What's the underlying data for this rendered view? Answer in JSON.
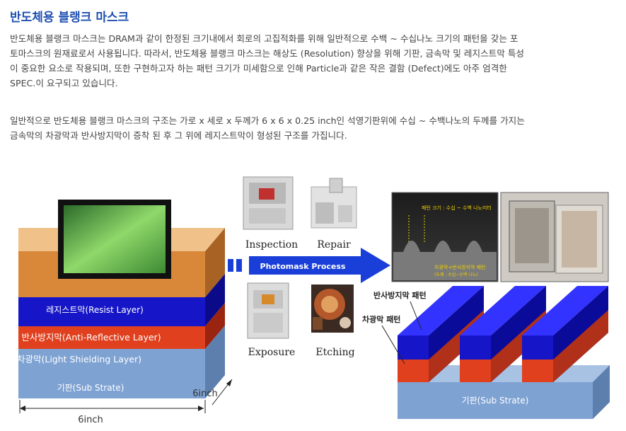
{
  "title": "반도체용 블랭크 마스크",
  "paragraph1": "반도체용 블랭크 마스크는 DRAM과 같이 한정된 크기내에서 회로의 고집적화를 위해 일반적으로 수백 ~ 수십나노 크기의 패턴을 갖는 포토마스크의 원재료로서 사용됩니다. 따라서, 반도체용 블랭크 마스크는 해상도 (Resolution) 향상을 위해 기판, 금속막 및 레지스트막 특성이 중요한 요소로 작용되며, 또한 구현하고자 하는 패턴 크기가 미세함으로 인해 Particle과 같은 작은 결함 (Defect)에도 아주 엄격한 SPEC.이 요구되고 있습니다.",
  "paragraph2": "일반적으로 반도체용 블랭크 마스크의 구조는 가로 x 세로 x 두께가 6 x 6 x 0.25 inch인 석영기판위에 수십 ~ 수백나노의 두께를 가지는 금속막의 차광막과 반사방지막이 증착 된 후 그 위에 레지스트막이 형성된 구조를 가집니다.",
  "left_stack": {
    "resist": "레지스트막(Resist Layer)",
    "antireflective": "반사방지막(Anti-Reflective Layer)",
    "shielding": "차광막(Light Shielding Layer)",
    "substrate": "기판(Sub Strate)",
    "width_label": "6inch",
    "depth_label": "6inch"
  },
  "process": {
    "inspection": "Inspection",
    "repair": "Repair",
    "exposure": "Exposure",
    "etching": "Etching",
    "arrow": "Photomask Process"
  },
  "micro_photo": {
    "top_label": "패턴 크기 : 수십 ~ 수백 나노미터",
    "bottom_label1": "차광막+반사방지막 패턴",
    "bottom_label2": "(두께 : 수십~수백 나노)"
  },
  "right_stack": {
    "ar_pattern": "반사방지막 패턴",
    "shield_pattern": "차광막 패턴",
    "substrate": "기판(Sub Strate)"
  },
  "colors": {
    "title": "#1e4fb0",
    "resist": "#d9883a",
    "antireflective": "#1616c8",
    "shielding": "#e0401e",
    "substrate": "#7ea2d2",
    "arrow": "#1a3fd8"
  }
}
